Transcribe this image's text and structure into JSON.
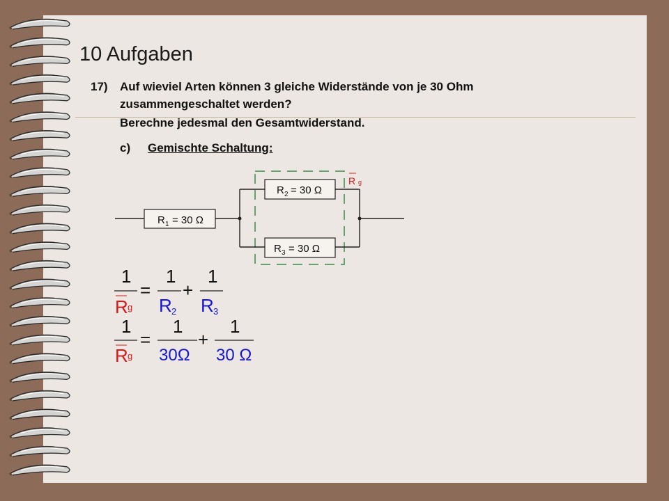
{
  "slide": {
    "title": "10 Aufgaben",
    "question_number": "17)",
    "question_lines": [
      "Auf wieviel Arten können 3 gleiche Widerstände von je 30 Ohm",
      "zusammengeschaltet werden?",
      "Berechne jedesmal den Gesamtwiderstand."
    ],
    "part_label": "c)",
    "part_title": "Gemischte Schaltung:"
  },
  "circuit": {
    "r1": {
      "symbol": "R",
      "index": "1",
      "value": "= 30 Ω"
    },
    "r2": {
      "symbol": "R",
      "index": "2",
      "value": "= 30 Ω"
    },
    "r3": {
      "symbol": "R",
      "index": "3",
      "value": "= 30 Ω"
    },
    "rg": {
      "symbol": "R",
      "index": "g"
    }
  },
  "formula1": {
    "numerator": "1",
    "lhs_symbol": "R",
    "lhs_index": "g",
    "equals": "=",
    "plus": "+",
    "term1_symbol": "R",
    "term1_index": "2",
    "term2_symbol": "R",
    "term2_index": "3"
  },
  "formula2": {
    "numerator": "1",
    "lhs_symbol": "R",
    "lhs_index": "g",
    "equals": "=",
    "plus": "+",
    "term1": "30Ω",
    "term2": "30 Ω"
  },
  "colors": {
    "background": "#8c6c58",
    "paper": "#ece7e2",
    "text": "#111111",
    "formula_blue": "#1515d8",
    "formula_red": "#d81818",
    "boundary_green": "#3a8a4a"
  }
}
